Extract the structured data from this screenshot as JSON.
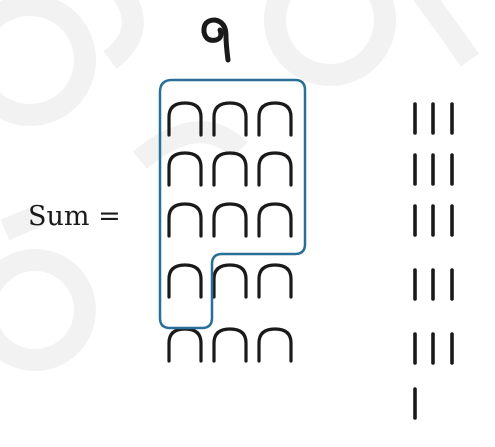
{
  "equation": {
    "label": "Sum ="
  },
  "symbols": {
    "hundreds_count": 1,
    "tens_per_row": [
      3,
      3,
      3,
      3,
      3
    ],
    "ones_per_row": [
      3,
      3,
      3,
      3,
      3,
      1
    ],
    "hundred_symbol": "coil-rope-icon",
    "ten_symbol": "heel-bone-arch-icon",
    "one_symbol": "stroke-icon"
  },
  "grouping": {
    "outline_color": "#2a6f97",
    "grouped_tens": 10
  },
  "colors": {
    "ink": "#1a1a1a",
    "watermark": "#f1f1f1"
  }
}
